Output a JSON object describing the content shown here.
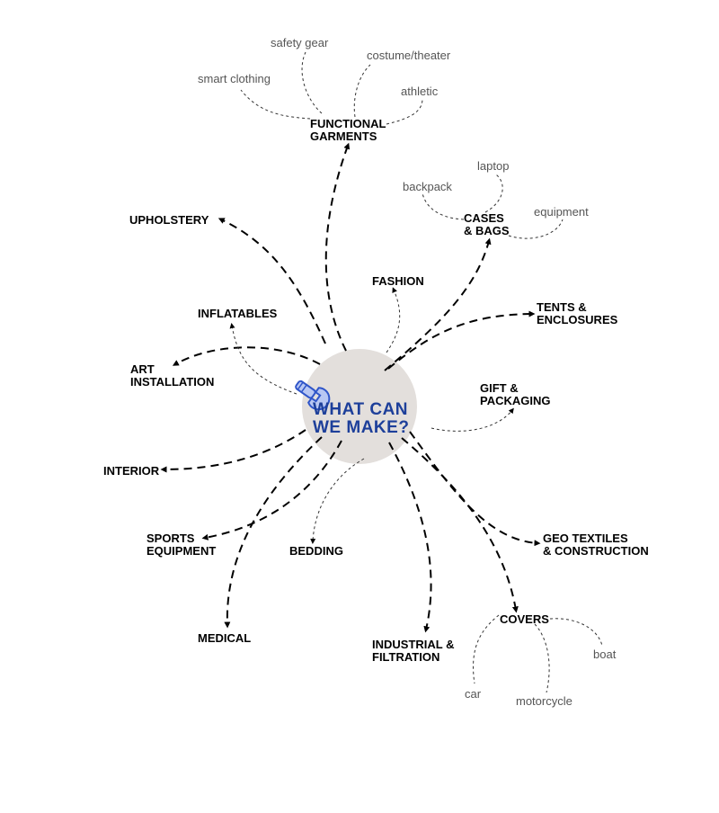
{
  "hub": {
    "line1": "WHAT CAN",
    "line2": "WE MAKE?",
    "icon": "wrench-icon",
    "circle_color": "#e3dfdc",
    "text_color": "#1d3f9a",
    "icon_color": "#2f55c9"
  },
  "categories": {
    "functional_garments": {
      "line1": "FUNCTIONAL",
      "line2": "GARMENTS"
    },
    "cases_bags": {
      "line1": "CASES",
      "line2": "& BAGS"
    },
    "upholstery": {
      "line1": "UPHOLSTERY"
    },
    "fashion": {
      "line1": "FASHION"
    },
    "inflatables": {
      "line1": "INFLATABLES"
    },
    "tents": {
      "line1": "TENTS &",
      "line2": "ENCLOSURES"
    },
    "art": {
      "line1": "ART",
      "line2": "INSTALLATION"
    },
    "gift": {
      "line1": "GIFT &",
      "line2": "PACKAGING"
    },
    "interior": {
      "line1": "INTERIOR"
    },
    "sports": {
      "line1": "SPORTS",
      "line2": "EQUIPMENT"
    },
    "bedding": {
      "line1": "BEDDING"
    },
    "geo": {
      "line1": "GEO TEXTILES",
      "line2": "& CONSTRUCTION"
    },
    "medical": {
      "line1": "MEDICAL"
    },
    "covers": {
      "line1": "COVERS"
    },
    "industrial": {
      "line1": "INDUSTRIAL &",
      "line2": "FILTRATION"
    }
  },
  "subcategories": {
    "safety_gear": "safety gear",
    "costume_theater": "costume/theater",
    "smart_clothing": "smart clothing",
    "athletic": "athletic",
    "laptop": "laptop",
    "backpack": "backpack",
    "equipment": "equipment",
    "boat": "boat",
    "car": "car",
    "motorcycle": "motorcycle"
  }
}
